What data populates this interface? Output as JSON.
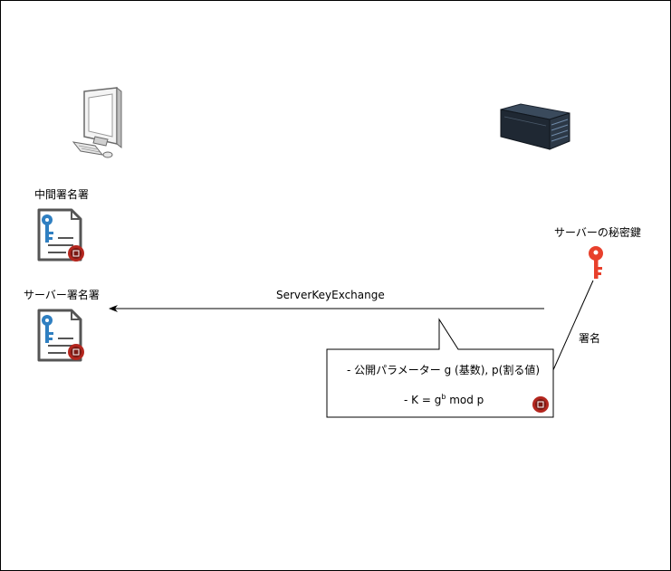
{
  "diagram": {
    "client": {
      "icon": "desktop-computer-icon",
      "intermediate_cert_label": "中間署名署",
      "server_cert_label": "サーバー署名署"
    },
    "server": {
      "icon": "server-rack-icon",
      "private_key_label": "サーバーの秘密鍵"
    },
    "message": {
      "name": "ServerKeyExchange",
      "sign_label": "署名"
    },
    "callout": {
      "line1": "- 公開パラメーター g (基数), p(割る値)",
      "line2_prefix": "- K = g",
      "line2_sup": "b",
      "line2_suffix": " mod p"
    },
    "colors": {
      "key_blue": "#2f7fc1",
      "key_red": "#e8402c",
      "seal_red": "#b3261e",
      "line": "#000000"
    }
  }
}
